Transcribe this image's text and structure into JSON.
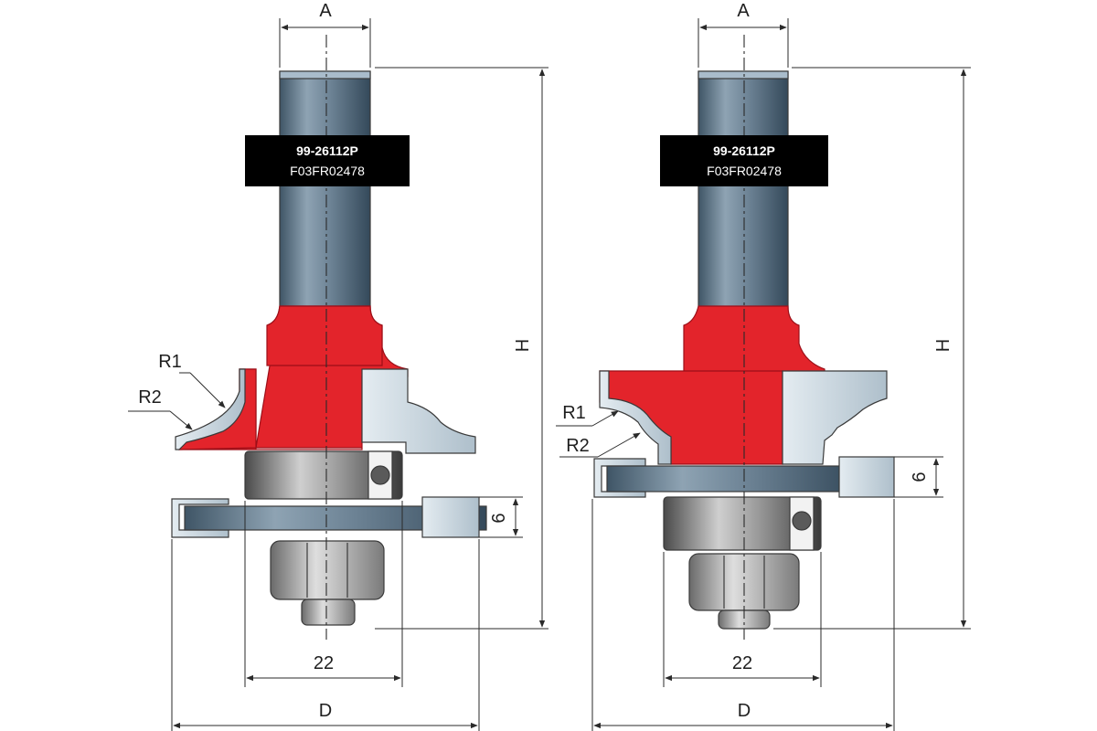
{
  "colors": {
    "cutter_red": "#e3242b",
    "shank_steel": "#6e8496",
    "carbide_blue": "#c9d6df",
    "bearing_gray": "#9a9a9a",
    "tag_black": "#000000"
  },
  "left_router": {
    "label_A": "A",
    "label_H": "H",
    "label_D": "D",
    "label_22": "22",
    "label_6": "6",
    "label_R1": "R1",
    "label_R2": "R2",
    "tag_line1": "99-26112P",
    "tag_line2": "F03FR02478"
  },
  "right_router": {
    "label_A": "A",
    "label_H": "H",
    "label_D": "D",
    "label_22": "22",
    "label_6": "6",
    "label_R1": "R1",
    "label_R2": "R2",
    "tag_line1": "99-26112P",
    "tag_line2": "F03FR02478"
  }
}
